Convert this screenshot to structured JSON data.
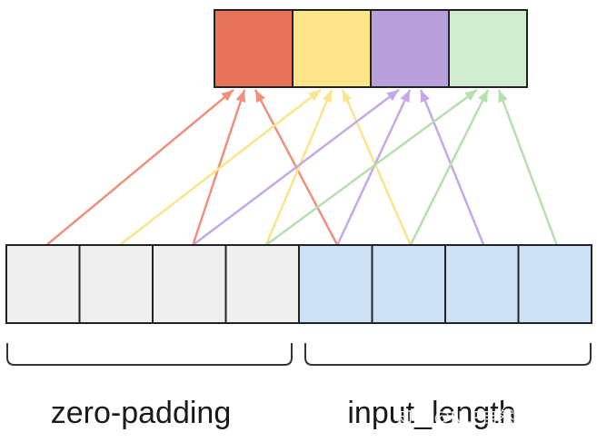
{
  "output_cells": [
    {
      "color": "#e8735c"
    },
    {
      "color": "#fde68a"
    },
    {
      "color": "#b79fdb"
    },
    {
      "color": "#d1ecce"
    }
  ],
  "input_cells": [
    {
      "color": "#efefef",
      "group": "zero-padding"
    },
    {
      "color": "#efefef",
      "group": "zero-padding"
    },
    {
      "color": "#efefef",
      "group": "zero-padding"
    },
    {
      "color": "#efefef",
      "group": "zero-padding"
    },
    {
      "color": "#cde1f5",
      "group": "input_length"
    },
    {
      "color": "#cde1f5",
      "group": "input_length"
    },
    {
      "color": "#cde1f5",
      "group": "input_length"
    },
    {
      "color": "#cde1f5",
      "group": "input_length"
    }
  ],
  "connections": [
    {
      "from": 0,
      "to": 0,
      "color": "#f0907a"
    },
    {
      "from": 2,
      "to": 0,
      "color": "#f0907a"
    },
    {
      "from": 4,
      "to": 0,
      "color": "#f0907a"
    },
    {
      "from": 1,
      "to": 1,
      "color": "#fbe58a"
    },
    {
      "from": 3,
      "to": 1,
      "color": "#fbe58a"
    },
    {
      "from": 5,
      "to": 1,
      "color": "#fbe58a"
    },
    {
      "from": 2,
      "to": 2,
      "color": "#c3a9e8"
    },
    {
      "from": 4,
      "to": 2,
      "color": "#c3a9e8"
    },
    {
      "from": 6,
      "to": 2,
      "color": "#c3a9e8"
    },
    {
      "from": 3,
      "to": 3,
      "color": "#b5e0ae"
    },
    {
      "from": 5,
      "to": 3,
      "color": "#b5e0ae"
    },
    {
      "from": 7,
      "to": 3,
      "color": "#b5e0ae"
    }
  ],
  "labels": {
    "zero_padding": "zero-padding",
    "input_length": "input_length"
  },
  "watermark": "知乎 @NLP自然语言处理"
}
